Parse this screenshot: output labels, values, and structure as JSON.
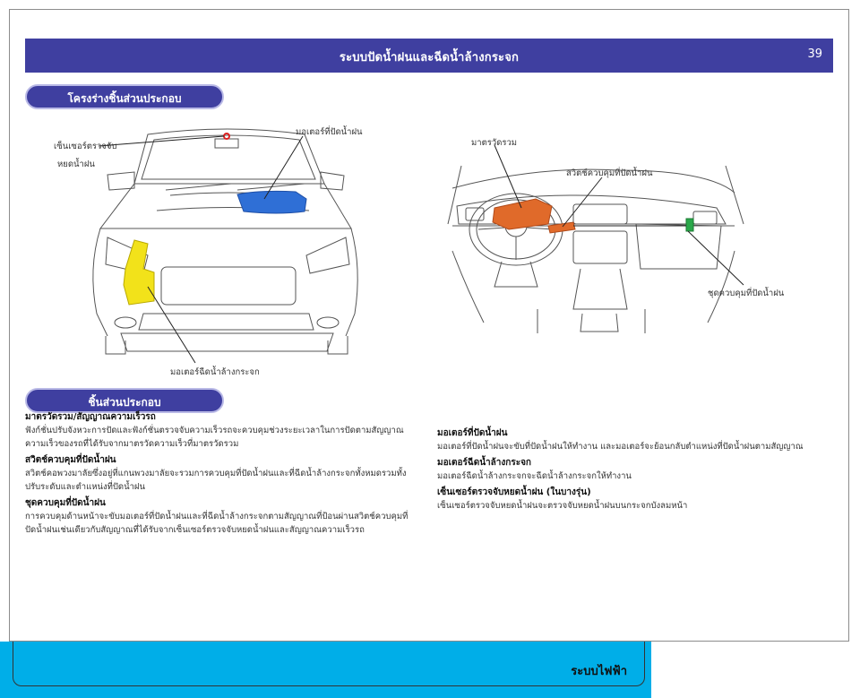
{
  "header": {
    "title": "ระบบปัดน้ำฝนและฉีดน้ำล้างกระจก",
    "page_number": "39"
  },
  "sections": {
    "layout_title": "โครงร่างชิ้นส่วนประกอบ",
    "parts_title": "ชิ้นส่วนประกอบ"
  },
  "diagram_left": {
    "rain_sensor_line1": "เซ็นเซอร์ตรวจจับ",
    "rain_sensor_line2": "หยดน้ำฝน",
    "wiper_motor": "มอเตอร์ที่ปัดน้ำฝน",
    "washer_motor": "มอเตอร์ฉีดน้ำล้างกระจก"
  },
  "diagram_right": {
    "combination_meter": "มาตรวัดรวม",
    "wiper_switch": "สวิตช์ควบคุมที่ปัดน้ำฝน",
    "wiper_control_unit": "ชุดควบคุมที่ปัดน้ำฝน"
  },
  "parts_left": [
    {
      "title": "มาตรวัดรวม/สัญญาณความเร็วรถ",
      "body": "ฟังก์ชั่นปรับจังหวะการปัดและฟังก์ชั่นตรวจจับความเร็วรถจะควบคุมช่วงระยะเวลาในการปัดตามสัญญาณความเร็วของรถที่ได้รับจากมาตรวัดความเร็วที่มาตรวัดรวม"
    },
    {
      "title": "สวิตช์ควบคุมที่ปัดน้ำฝน",
      "body": "สวิตช์คอพวงมาลัยซึ่งอยู่ที่แกนพวงมาลัยจะรวมการควบคุมที่ปัดน้ำฝนและที่ฉีดน้ำล้างกระจกทั้งหมดรวมทั้งปรับระดับและตำแหน่งที่ปัดน้ำฝน"
    },
    {
      "title": "ชุดควบคุมที่ปัดน้ำฝน",
      "body": "การควบคุมด้านหน้าจะขับมอเตอร์ที่ปัดน้ำฝนและที่ฉีดน้ำล้างกระจกตามสัญญาณที่ป้อนผ่านสวิตช์ควบคุมที่ปัดน้ำฝนเช่นเดียวกับสัญญาณที่ได้รับจากเซ็นเซอร์ตรวจจับหยดน้ำฝนและสัญญาณความเร็วรถ"
    }
  ],
  "parts_right": [
    {
      "title": "มอเตอร์ที่ปัดน้ำฝน",
      "body": "มอเตอร์ที่ปัดน้ำฝนจะขับที่ปัดน้ำฝนให้ทำงาน และมอเตอร์จะย้อนกลับตำแหน่งที่ปัดน้ำฝนตามสัญญาณ"
    },
    {
      "title": "มอเตอร์ฉีดน้ำล้างกระจก",
      "body": "มอเตอร์ฉีดน้ำล้างกระจกจะฉีดน้ำล้างกระจกให้ทำงาน"
    },
    {
      "title": "เซ็นเซอร์ตรวจจับหยดน้ำฝน (ในบางรุ่น)",
      "body": "เซ็นเซอร์ตรวจจับหยดน้ำฝนจะตรวจจับหยดน้ำฝนบนกระจกบังลมหน้า"
    }
  ],
  "footer": {
    "label": "ระบบไฟฟ้า"
  },
  "colors": {
    "header_bg": "#3f3fa0",
    "footer_bg": "#00aee8",
    "wiper_motor_highlight": "#2f6fd6",
    "washer_highlight": "#f2e21a",
    "meter_highlight": "#e06a2a",
    "control_unit_highlight": "#2aa84a"
  }
}
